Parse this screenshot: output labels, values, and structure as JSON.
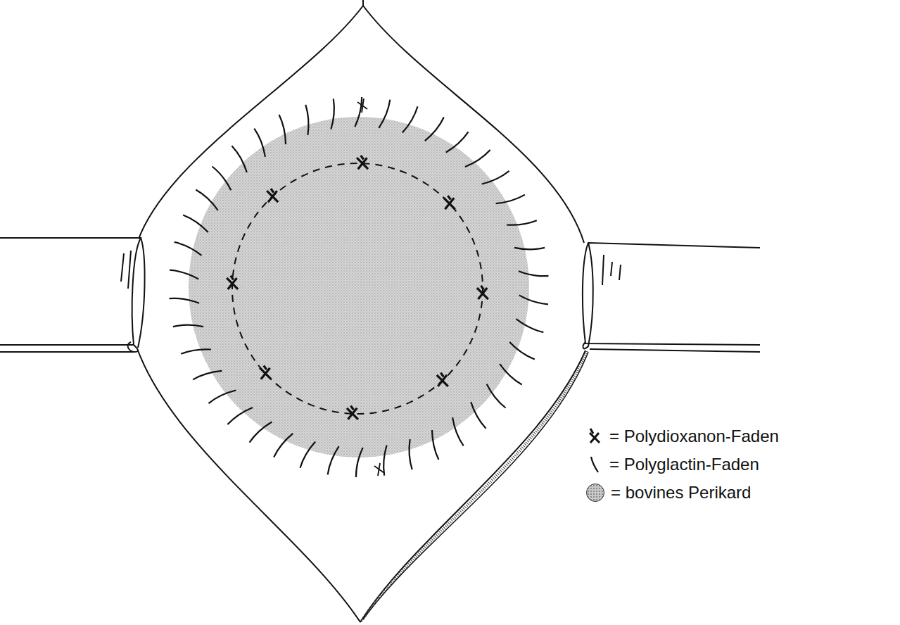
{
  "diagram": {
    "legend": [
      {
        "text": "= Polydioxanon-Faden"
      },
      {
        "text": "= Polyglactin-Faden"
      },
      {
        "text": "= bovines Perikard",
        "color": "#c8c8c8"
      }
    ]
  }
}
